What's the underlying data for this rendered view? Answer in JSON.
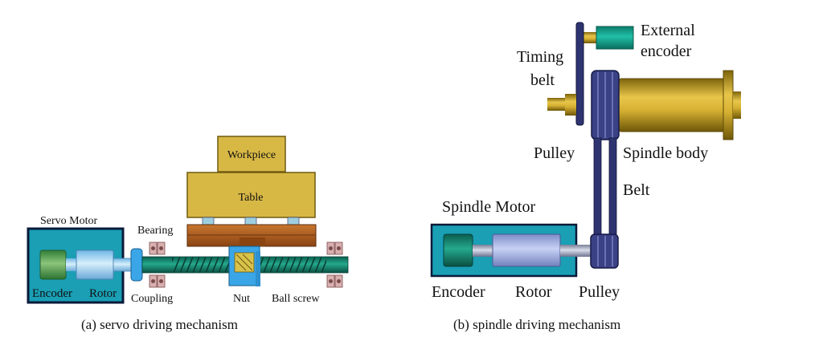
{
  "colors": {
    "motor_frame": "#1a9fb5",
    "encoder_green": "#3f9a4a",
    "rotor_blue": "#a9b7e6",
    "shaft_gray": "#b9bfd2",
    "gold": "#c9a227",
    "gold_dark": "#8a6f10",
    "nut_blue": "#3aa6e8",
    "screw_green": "#14836f",
    "brown": "#a8561e",
    "belt_navy": "#2e3470",
    "encoder_teal": "#13a894",
    "bearing_pink": "#d9b0b0"
  },
  "panel_a": {
    "caption": "(a) servo driving mechanism",
    "labels": {
      "servo_motor": "Servo Motor",
      "workpiece": "Workpiece",
      "table": "Table",
      "bearing": "Bearing",
      "encoder": "Encoder",
      "rotor": "Rotor",
      "coupling": "Coupling",
      "nut": "Nut",
      "ball_screw": "Ball screw"
    }
  },
  "panel_b": {
    "caption": "(b) spindle driving mechanism",
    "labels": {
      "external_line1": "External",
      "external_line2": "encoder",
      "timing_line1": "Timing",
      "timing_line2": "belt",
      "pulley_top": "Pulley",
      "spindle_body": "Spindle body",
      "belt": "Belt",
      "spindle_motor": "Spindle Motor",
      "encoder": "Encoder",
      "rotor": "Rotor",
      "pulley_bottom": "Pulley"
    }
  }
}
